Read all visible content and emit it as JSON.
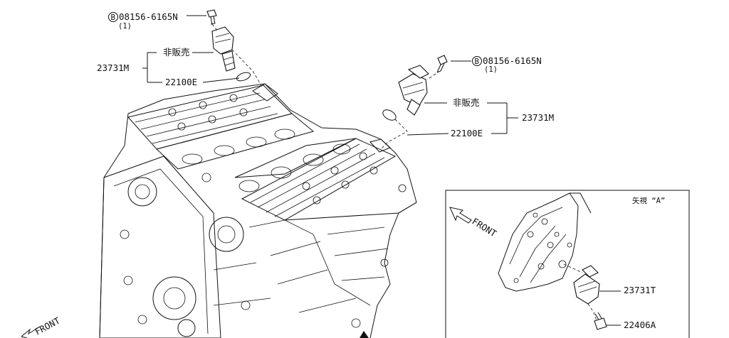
{
  "callouts": {
    "bolt_top_left": {
      "code": "08156-6165N",
      "qty": "(1)",
      "badge": "B"
    },
    "bolt_top_right": {
      "code": "08156-6165N",
      "qty": "(1)",
      "badge": "B"
    },
    "not_sold_left": "非販売",
    "not_sold_right": "非販売",
    "sensor_left": "23731M",
    "sensor_right": "23731M",
    "oring_left": "22100E",
    "oring_right": "22100E",
    "front_main": "FRONT"
  },
  "detail_view": {
    "title": "矢視 “A”",
    "front": "FRONT",
    "sensor": "23731T",
    "bolt": "22406A"
  }
}
